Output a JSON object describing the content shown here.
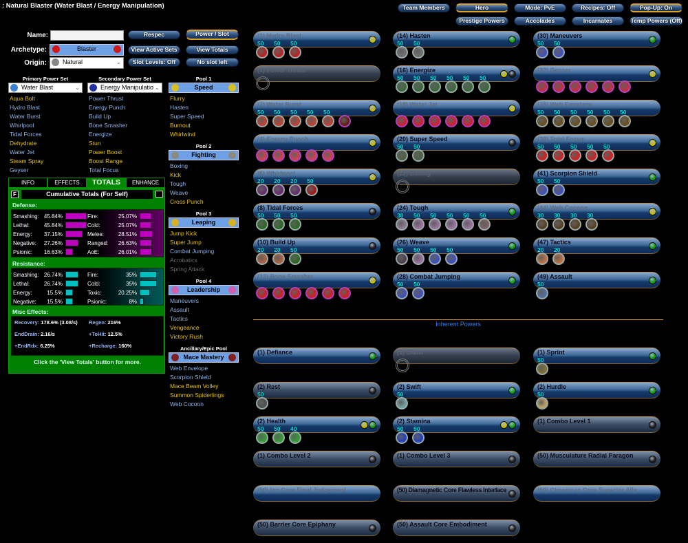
{
  "title": ": Natural Blaster (Water Blast / Energy Manipulation)",
  "top_buttons": [
    "Team Members",
    "Hero",
    "Mode: PvE",
    "Recipes: Off",
    "Pop-Up: On",
    "Prestige Powers",
    "Accolades",
    "Incarnates",
    "Temp Powers (Off)"
  ],
  "form": {
    "name_label": "Name:",
    "name_value": "",
    "archetype_label": "Archetype:",
    "archetype": "Blaster",
    "origin_label": "Origin:",
    "origin": "Natural"
  },
  "side_buttons": [
    "Respec",
    "Power / Slot",
    "View Active Sets",
    "View Totals",
    "Slot Levels: Off",
    "No slot left"
  ],
  "primary": {
    "header": "Primary Power Set",
    "set": "Water Blast",
    "items": [
      [
        "Aqua Bolt",
        "y"
      ],
      [
        "Hydro Blast",
        "b"
      ],
      [
        "Water Burst",
        "b"
      ],
      [
        "Whirlpool",
        "b"
      ],
      [
        "Tidal Forces",
        "b"
      ],
      [
        "Dehydrate",
        "y"
      ],
      [
        "Water Jet",
        "b"
      ],
      [
        "Steam Spray",
        "y"
      ],
      [
        "Geyser",
        "b"
      ]
    ]
  },
  "secondary": {
    "header": "Secondary Power Set",
    "set": "Energy Manipulatio",
    "items": [
      [
        "Power Thrust",
        "b"
      ],
      [
        "Energy Punch",
        "b"
      ],
      [
        "Build Up",
        "b"
      ],
      [
        "Bone Smasher",
        "b"
      ],
      [
        "Energize",
        "b"
      ],
      [
        "Stun",
        "y"
      ],
      [
        "Power Boost",
        "y"
      ],
      [
        "Boost Range",
        "y"
      ],
      [
        "Total Focus",
        "b"
      ]
    ]
  },
  "pools": [
    {
      "header": "Pool 1",
      "set": "Speed",
      "icon_color": "#d8c020",
      "items": [
        [
          "Flurry",
          "y"
        ],
        [
          "Hasten",
          "b"
        ],
        [
          "Super Speed",
          "b"
        ],
        [
          "Burnout",
          "y"
        ],
        [
          "Whirlwind",
          "y"
        ]
      ]
    },
    {
      "header": "Pool 2",
      "set": "Fighting",
      "icon_color": "#8a8a80",
      "items": [
        [
          "Boxing",
          "b"
        ],
        [
          "Kick",
          "y"
        ],
        [
          "Tough",
          "b"
        ],
        [
          "Weave",
          "b"
        ],
        [
          "Cross Punch",
          "y"
        ]
      ]
    },
    {
      "header": "Pool 3",
      "set": "Leaping",
      "icon_color": "#d8b020",
      "items": [
        [
          "Jump Kick",
          "y"
        ],
        [
          "Super Jump",
          "y"
        ],
        [
          "Combat Jumping",
          "b"
        ],
        [
          "Acrobatics",
          "g"
        ],
        [
          "Spring Attack",
          "g"
        ]
      ]
    },
    {
      "header": "Pool 4",
      "set": "Leadership",
      "icon_color": "#d060b0",
      "items": [
        [
          "Maneuvers",
          "b"
        ],
        [
          "Assault",
          "b"
        ],
        [
          "Tactics",
          "b"
        ],
        [
          "Vengeance",
          "y"
        ],
        [
          "Victory Rush",
          "y"
        ]
      ]
    },
    {
      "header": "Ancillary/Epic Pool",
      "set": "Mace Mastery",
      "icon_color": "#802020",
      "items": [
        [
          "Web Envelope",
          "b"
        ],
        [
          "Scorpion Shield",
          "b"
        ],
        [
          "Mace Beam Volley",
          "y"
        ],
        [
          "Summon Spiderlings",
          "y"
        ],
        [
          "Web Cocoon",
          "b"
        ]
      ]
    }
  ],
  "tabs": [
    "INFO",
    "EFFECTS",
    "TOTALS",
    "ENHANCE"
  ],
  "totals": {
    "flag": "F",
    "title": "Cumulative Totals (For Self)",
    "defense_label": "Defense:",
    "defense": [
      [
        "Smashing:",
        "45.84%",
        45.84
      ],
      [
        "Lethal:",
        "45.84%",
        45.84
      ],
      [
        "Energy:",
        "37.15%",
        37.15
      ],
      [
        "Negative:",
        "27.26%",
        27.26
      ],
      [
        "Psionic:",
        "16.63%",
        16.63
      ],
      [
        "Fire:",
        "25.07%",
        25.07
      ],
      [
        "Cold:",
        "25.07%",
        25.07
      ],
      [
        "Melee:",
        "28.51%",
        28.51
      ],
      [
        "Ranged:",
        "26.63%",
        26.63
      ],
      [
        "AoE:",
        "26.01%",
        26.01
      ]
    ],
    "resistance_label": "Resistance:",
    "resistance": [
      [
        "Smashing:",
        "26.74%",
        26.74
      ],
      [
        "Lethal:",
        "26.74%",
        26.74
      ],
      [
        "Energy:",
        "15.5%",
        15.5
      ],
      [
        "Negative:",
        "15.5%",
        15.5
      ],
      [
        "Fire:",
        "35%",
        35
      ],
      [
        "Cold:",
        "35%",
        35
      ],
      [
        "Toxic:",
        "20.25%",
        20.25
      ],
      [
        "Psionic:",
        "8%",
        8
      ]
    ],
    "misc_label": "Misc Effects:",
    "misc": [
      [
        "Recovery:",
        "178.6% (3.08/s)"
      ],
      [
        "Regen:",
        "216%"
      ],
      [
        "EndDrain:",
        "2.16/s"
      ],
      [
        "+ToHit:",
        "12.5%"
      ],
      [
        "+EndRdx:",
        "6.25%"
      ],
      [
        "+Recharge:",
        "160%"
      ]
    ],
    "footer": "Click the 'View Totals' button for more.",
    "defense_color": "#c000c0",
    "resistance_color": "#00c0c0"
  },
  "powers": [
    [
      {
        "n": "(1) Hydro Blast",
        "s": "dim",
        "i": [
          "#c8c000"
        ],
        "sl": [
          [
            50,
            "#c02020"
          ],
          [
            50,
            "#c02020"
          ],
          [
            50,
            "#c02020"
          ]
        ]
      },
      {
        "n": "(1) Power Thrust",
        "s": "empty",
        "i": [],
        "sl": []
      },
      {
        "n": "(2) Water Burst",
        "s": "dim",
        "i": [
          "#c8c000"
        ],
        "sl": [
          [
            50,
            "#c04030"
          ],
          [
            50,
            "#c04030"
          ],
          [
            50,
            "#c04030"
          ],
          [
            50,
            "#c04030"
          ],
          [
            50,
            "#c04030"
          ],
          [
            null,
            "#602010"
          ]
        ]
      },
      {
        "n": "(4) Energy Punch",
        "s": "dim",
        "i": [
          "#c8c000"
        ],
        "sl": [
          [
            null,
            "#d04050"
          ],
          [
            null,
            "#d04050"
          ],
          [
            null,
            "#d04050"
          ],
          [
            null,
            "#d04050"
          ],
          [
            null,
            "#d04050"
          ]
        ]
      },
      {
        "n": "(6) Whirlpool",
        "s": "dim",
        "i": [
          "#c8c000"
        ],
        "sl": [
          [
            20,
            "#6a2a70"
          ],
          [
            20,
            "#6a2a70"
          ],
          [
            20,
            "#6a2a70"
          ],
          [
            50,
            "#a01818"
          ]
        ]
      },
      {
        "n": "(8) Tidal Forces",
        "s": "on",
        "i": [
          "#202020"
        ],
        "sl": [
          [
            50,
            "#2a6a20"
          ],
          [
            50,
            "#2a6a20"
          ],
          [
            50,
            "#2a6a20"
          ]
        ]
      },
      {
        "n": "(10) Build Up",
        "s": "on",
        "i": [
          "#202020"
        ],
        "sl": [
          [
            20,
            "#b06040"
          ],
          [
            20,
            "#b06040"
          ],
          [
            50,
            "#2a6a20"
          ]
        ]
      },
      {
        "n": "(12) Bone Smasher",
        "s": "dim",
        "i": [
          "#c8c000"
        ],
        "sl": [
          [
            null,
            "#d02020"
          ],
          [
            null,
            "#d02020"
          ],
          [
            null,
            "#d02020"
          ],
          [
            null,
            "#d02020"
          ],
          [
            null,
            "#d02020"
          ],
          [
            null,
            "#d02020"
          ]
        ]
      }
    ],
    [
      {
        "n": "(14) Hasten",
        "s": "on",
        "i": [
          "#10a010"
        ],
        "sl": [
          [
            50,
            "#707070"
          ],
          [
            50,
            "#707070"
          ]
        ]
      },
      {
        "n": "(16) Energize",
        "s": "on",
        "i": [
          "#c8c000",
          "#202020"
        ],
        "sl": [
          [
            50,
            "#3a6a3a"
          ],
          [
            50,
            "#3a6a3a"
          ],
          [
            50,
            "#3a6a3a"
          ],
          [
            50,
            "#3a6a3a"
          ],
          [
            50,
            "#3a6a3a"
          ],
          [
            50,
            "#3a6a3a"
          ]
        ]
      },
      {
        "n": "(18) Water Jet",
        "s": "dim",
        "i": [
          "#c8c000"
        ],
        "sl": [
          [
            null,
            "#d02030"
          ],
          [
            null,
            "#d02030"
          ],
          [
            null,
            "#d02030"
          ],
          [
            null,
            "#d02030"
          ],
          [
            null,
            "#d02030"
          ],
          [
            null,
            "#d02030"
          ]
        ]
      },
      {
        "n": "(20) Super Speed",
        "s": "on",
        "i": [
          "#202020"
        ],
        "sl": [
          [
            50,
            "#4a6040"
          ],
          [
            50,
            "#4a6040"
          ]
        ]
      },
      {
        "n": "(22) Boxing",
        "s": "empty",
        "i": [],
        "sl": []
      },
      {
        "n": "(24) Tough",
        "s": "on",
        "i": [
          "#10a010"
        ],
        "sl": [
          [
            30,
            "#8a7a90"
          ],
          [
            50,
            "#9a70a0"
          ],
          [
            50,
            "#9a70a0"
          ],
          [
            50,
            "#9a70a0"
          ],
          [
            50,
            "#9a70a0"
          ],
          [
            50,
            "#806060"
          ]
        ]
      },
      {
        "n": "(26) Weave",
        "s": "on",
        "i": [
          "#10a010"
        ],
        "sl": [
          [
            50,
            "#504050"
          ],
          [
            50,
            "#9a70a0"
          ],
          [
            50,
            "#4050c0"
          ],
          [
            50,
            "#4050c0"
          ]
        ]
      },
      {
        "n": "(28) Combat Jumping",
        "s": "on",
        "i": [
          "#10a010"
        ],
        "sl": [
          [
            50,
            "#4050c0"
          ],
          [
            50,
            "#4050c0"
          ]
        ]
      }
    ],
    [
      {
        "n": "(30) Maneuvers",
        "s": "on",
        "i": [
          "#10a010"
        ],
        "sl": [
          [
            50,
            "#4050c0"
          ],
          [
            50,
            "#4050c0"
          ]
        ]
      },
      {
        "n": "(32) Geyser",
        "s": "dim",
        "i": [
          "#c8c000"
        ],
        "sl": [
          [
            null,
            "#c03040"
          ],
          [
            null,
            "#c03040"
          ],
          [
            null,
            "#c03040"
          ],
          [
            null,
            "#c03040"
          ],
          [
            null,
            "#c03040"
          ],
          [
            null,
            "#c03040"
          ]
        ]
      },
      {
        "n": "(35) Web Envelope",
        "s": "dim",
        "i": [],
        "sl": [
          [
            50,
            "#6a5020"
          ],
          [
            50,
            "#6a5020"
          ],
          [
            50,
            "#6a5020"
          ],
          [
            50,
            "#6a5020"
          ],
          [
            50,
            "#6a5020"
          ],
          [
            50,
            "#6a5020"
          ]
        ]
      },
      {
        "n": "(38) Total Focus",
        "s": "dim",
        "i": [
          "#c8c000"
        ],
        "sl": [
          [
            50,
            "#d02020"
          ],
          [
            50,
            "#d02020"
          ],
          [
            50,
            "#d02020"
          ],
          [
            50,
            "#d02020"
          ],
          [
            50,
            "#d02020"
          ]
        ]
      },
      {
        "n": "(41) Scorpion Shield",
        "s": "on",
        "i": [
          "#10a010"
        ],
        "sl": [
          [
            50,
            "#4050c0"
          ],
          [
            50,
            "#4050c0"
          ]
        ]
      },
      {
        "n": "(44) Web Cocoon",
        "s": "dim",
        "i": [
          "#c8c000"
        ],
        "sl": [
          [
            30,
            "#5a4020"
          ],
          [
            30,
            "#5a4020"
          ],
          [
            30,
            "#5a4020"
          ],
          [
            30,
            "#5a4020"
          ]
        ]
      },
      {
        "n": "(47) Tactics",
        "s": "on",
        "i": [
          "#10a010"
        ],
        "sl": [
          [
            20,
            "#c07040"
          ],
          [
            20,
            "#c07040"
          ]
        ]
      },
      {
        "n": "(49) Assault",
        "s": "on",
        "i": [
          "#10a010"
        ],
        "sl": [
          [
            50,
            "#5070a0"
          ]
        ]
      }
    ]
  ],
  "inherent_label": "Inherent Powers",
  "inherent": [
    [
      {
        "n": "(1) Defiance",
        "s": "on",
        "i": [
          "#10a010"
        ],
        "sl": []
      },
      {
        "n": "(1) Brawl",
        "s": "empty",
        "i": [],
        "sl": []
      },
      {
        "n": "(1) Sprint",
        "s": "on",
        "i": [
          "#10a010"
        ],
        "sl": [
          [
            50,
            "#807030"
          ]
        ]
      }
    ],
    [
      {
        "n": "(2) Rest",
        "s": "plain",
        "i": [
          "#202020"
        ],
        "sl": [
          [
            50,
            "#505050"
          ]
        ]
      },
      {
        "n": "(2) Swift",
        "s": "on",
        "i": [
          "#10a010"
        ],
        "sl": [
          [
            50,
            "#70a0a0"
          ]
        ]
      },
      {
        "n": "(2) Hurdle",
        "s": "on",
        "i": [
          "#10a010"
        ],
        "sl": [
          [
            50,
            "#c0a060"
          ]
        ]
      }
    ],
    [
      {
        "n": "(2) Health",
        "s": "on",
        "i": [
          "#c8c000",
          "#10a010"
        ],
        "sl": [
          [
            50,
            "#30a030"
          ],
          [
            50,
            "#30a030"
          ],
          [
            40,
            "#30a030"
          ]
        ]
      },
      {
        "n": "(2) Stamina",
        "s": "on",
        "i": [
          "#c8c000",
          "#10a010"
        ],
        "sl": [
          [
            50,
            "#2040c0"
          ],
          [
            50,
            "#2040c0"
          ]
        ]
      },
      {
        "n": "(1) Combo Level 1",
        "s": "plain",
        "i": [
          "#202020"
        ],
        "sl": []
      }
    ],
    [
      {
        "n": "(1) Combo Level 2",
        "s": "plain",
        "i": [
          "#202020"
        ],
        "sl": []
      },
      {
        "n": "(1) Combo Level 3",
        "s": "plain",
        "i": [
          "#202020"
        ],
        "sl": []
      },
      {
        "n": "(50) Musculature Radial Paragon",
        "s": "plain",
        "i": [
          "#202020"
        ],
        "sl": []
      }
    ],
    [
      {
        "n": "(50) Ion Core Final Judgement",
        "s": "dim",
        "i": [],
        "sl": []
      },
      {
        "n": "(50) Diamagnetic Core Flawless Interface",
        "s": "plain",
        "i": [
          "#202020"
        ],
        "sl": []
      },
      {
        "n": "(50) Cimeroran Core Superior Ally",
        "s": "dim",
        "i": [],
        "sl": []
      }
    ],
    [
      {
        "n": "(50) Barrier Core Epiphany",
        "s": "plain",
        "i": [
          "#202020"
        ],
        "sl": []
      },
      {
        "n": "(50) Assault Core Embodiment",
        "s": "plain",
        "i": [
          "#202020"
        ],
        "sl": []
      }
    ]
  ]
}
